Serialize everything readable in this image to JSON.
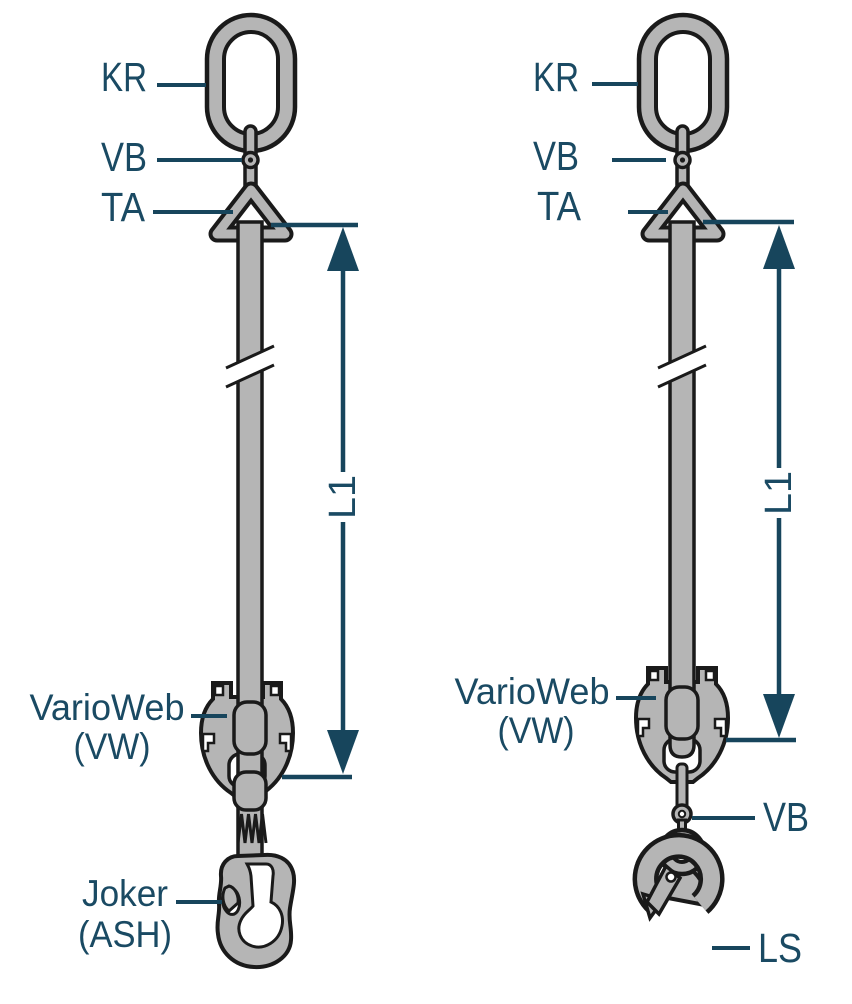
{
  "theme": {
    "bg": "#ffffff",
    "label_color": "#1a4a63",
    "line_color": "#17455c",
    "part_fill": "#b5b5b5",
    "part_stroke": "#1a1a1a"
  },
  "left_sling": {
    "description": "single-leg webbing sling with Joker flat hook",
    "labels": {
      "kr": "KR",
      "vb": "VB",
      "ta": "TA",
      "varioweb_1": "VarioWeb",
      "varioweb_2": "(VW)",
      "hook_1": "Joker",
      "hook_2": "(ASH)",
      "dimension": "L1"
    }
  },
  "right_sling": {
    "description": "single-leg webbing sling with LS eye sling hook",
    "labels": {
      "kr": "KR",
      "vb": "VB",
      "ta": "TA",
      "varioweb_1": "VarioWeb",
      "varioweb_2": "(VW)",
      "vb_lower": "VB",
      "hook": "LS",
      "dimension": "L1"
    }
  }
}
